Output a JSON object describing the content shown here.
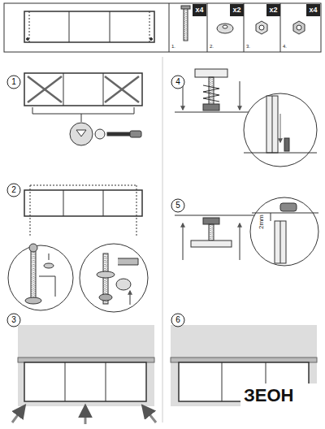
{
  "diagram": {
    "nodes": [
      {
        "text": [
          "x4"
        ]
      },
      {
        "text": [
          "x2"
        ]
      },
      {
        "text": [
          "x2"
        ]
      },
      {
        "text": [
          "x4"
        ]
      },
      {
        "text": [
          "1"
        ]
      },
      {
        "text": [
          "4"
        ]
      },
      {
        "text": [
          "2"
        ]
      },
      {
        "text": [
          "5"
        ]
      },
      {
        "text": [
          "3"
        ]
      },
      {
        "text": [
          "6"
        ]
      }
    ],
    "labels": [
      "1.",
      "2.",
      "3.",
      "4.",
      "2mm",
      "ЗЕОН"
    ]
  }
}
